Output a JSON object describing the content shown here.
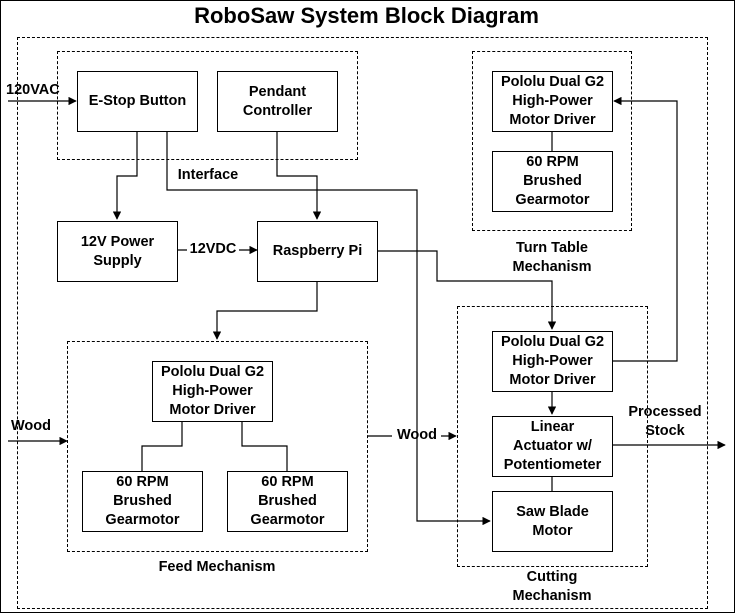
{
  "title": "RoboSaw System Block Diagram",
  "groups": {
    "interface": "Interface",
    "turn_table": "Turn Table\nMechanism",
    "feed": "Feed Mechanism",
    "cutting": "Cutting\nMechanism"
  },
  "blocks": {
    "estop": "E-Stop Button",
    "pendant": "Pendant\nController",
    "power_supply": "12V Power\nSupply",
    "raspberry_pi": "Raspberry Pi",
    "tt_driver": "Pololu Dual G2\nHigh-Power\nMotor Driver",
    "tt_gearmotor": "60 RPM\nBrushed\nGearmotor",
    "feed_driver": "Pololu Dual G2\nHigh-Power\nMotor Driver",
    "feed_gearmotor_left": "60 RPM\nBrushed\nGearmotor",
    "feed_gearmotor_right": "60 RPM\nBrushed\nGearmotor",
    "cut_driver": "Pololu Dual G2\nHigh-Power\nMotor Driver",
    "linear_actuator": "Linear\nActuator w/\nPotentiometer",
    "saw_blade": "Saw Blade\nMotor"
  },
  "signals": {
    "ac_input": "120VAC",
    "dc_link": "12VDC",
    "wood_in": "Wood",
    "wood_transfer": "Wood",
    "processed_out": "Processed\nStock"
  }
}
